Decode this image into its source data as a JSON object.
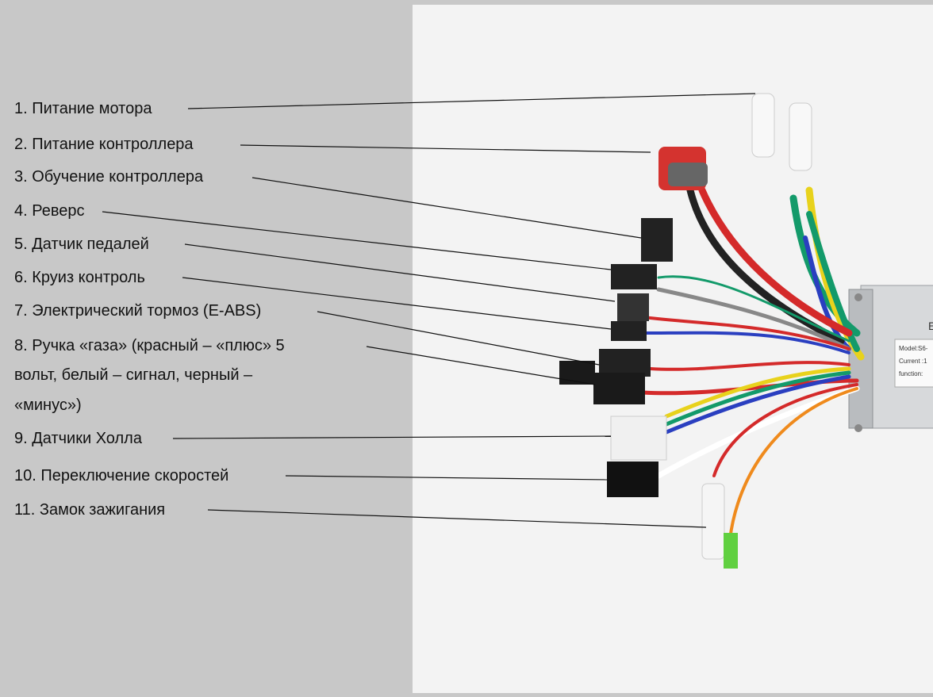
{
  "labels": [
    "1. Питание мотора",
    "2. Питание контроллера",
    "3. Обучение контроллера",
    "4. Реверс",
    "5. Датчик педалей",
    "6. Круиз контроль",
    "7. Электрический тормоз (E-ABS)",
    "8. Ручка «газа» (красный – «плюс» 5",
    "вольт, белый – сигнал, черный –",
    "«минус»)",
    "9. Датчики Холла",
    "10. Переключение скоростей",
    "11. Замок зажигания"
  ],
  "controller": {
    "brand": "E",
    "model": "Model:S6-",
    "current": "Current :1",
    "function": "function:"
  },
  "colors": {
    "background": "#c8c8c8",
    "photo": "#f3f3f3",
    "red": "#d42a2a",
    "yellow": "#e8d21c",
    "green": "#139a6a",
    "blue": "#2a3fc0"
  }
}
